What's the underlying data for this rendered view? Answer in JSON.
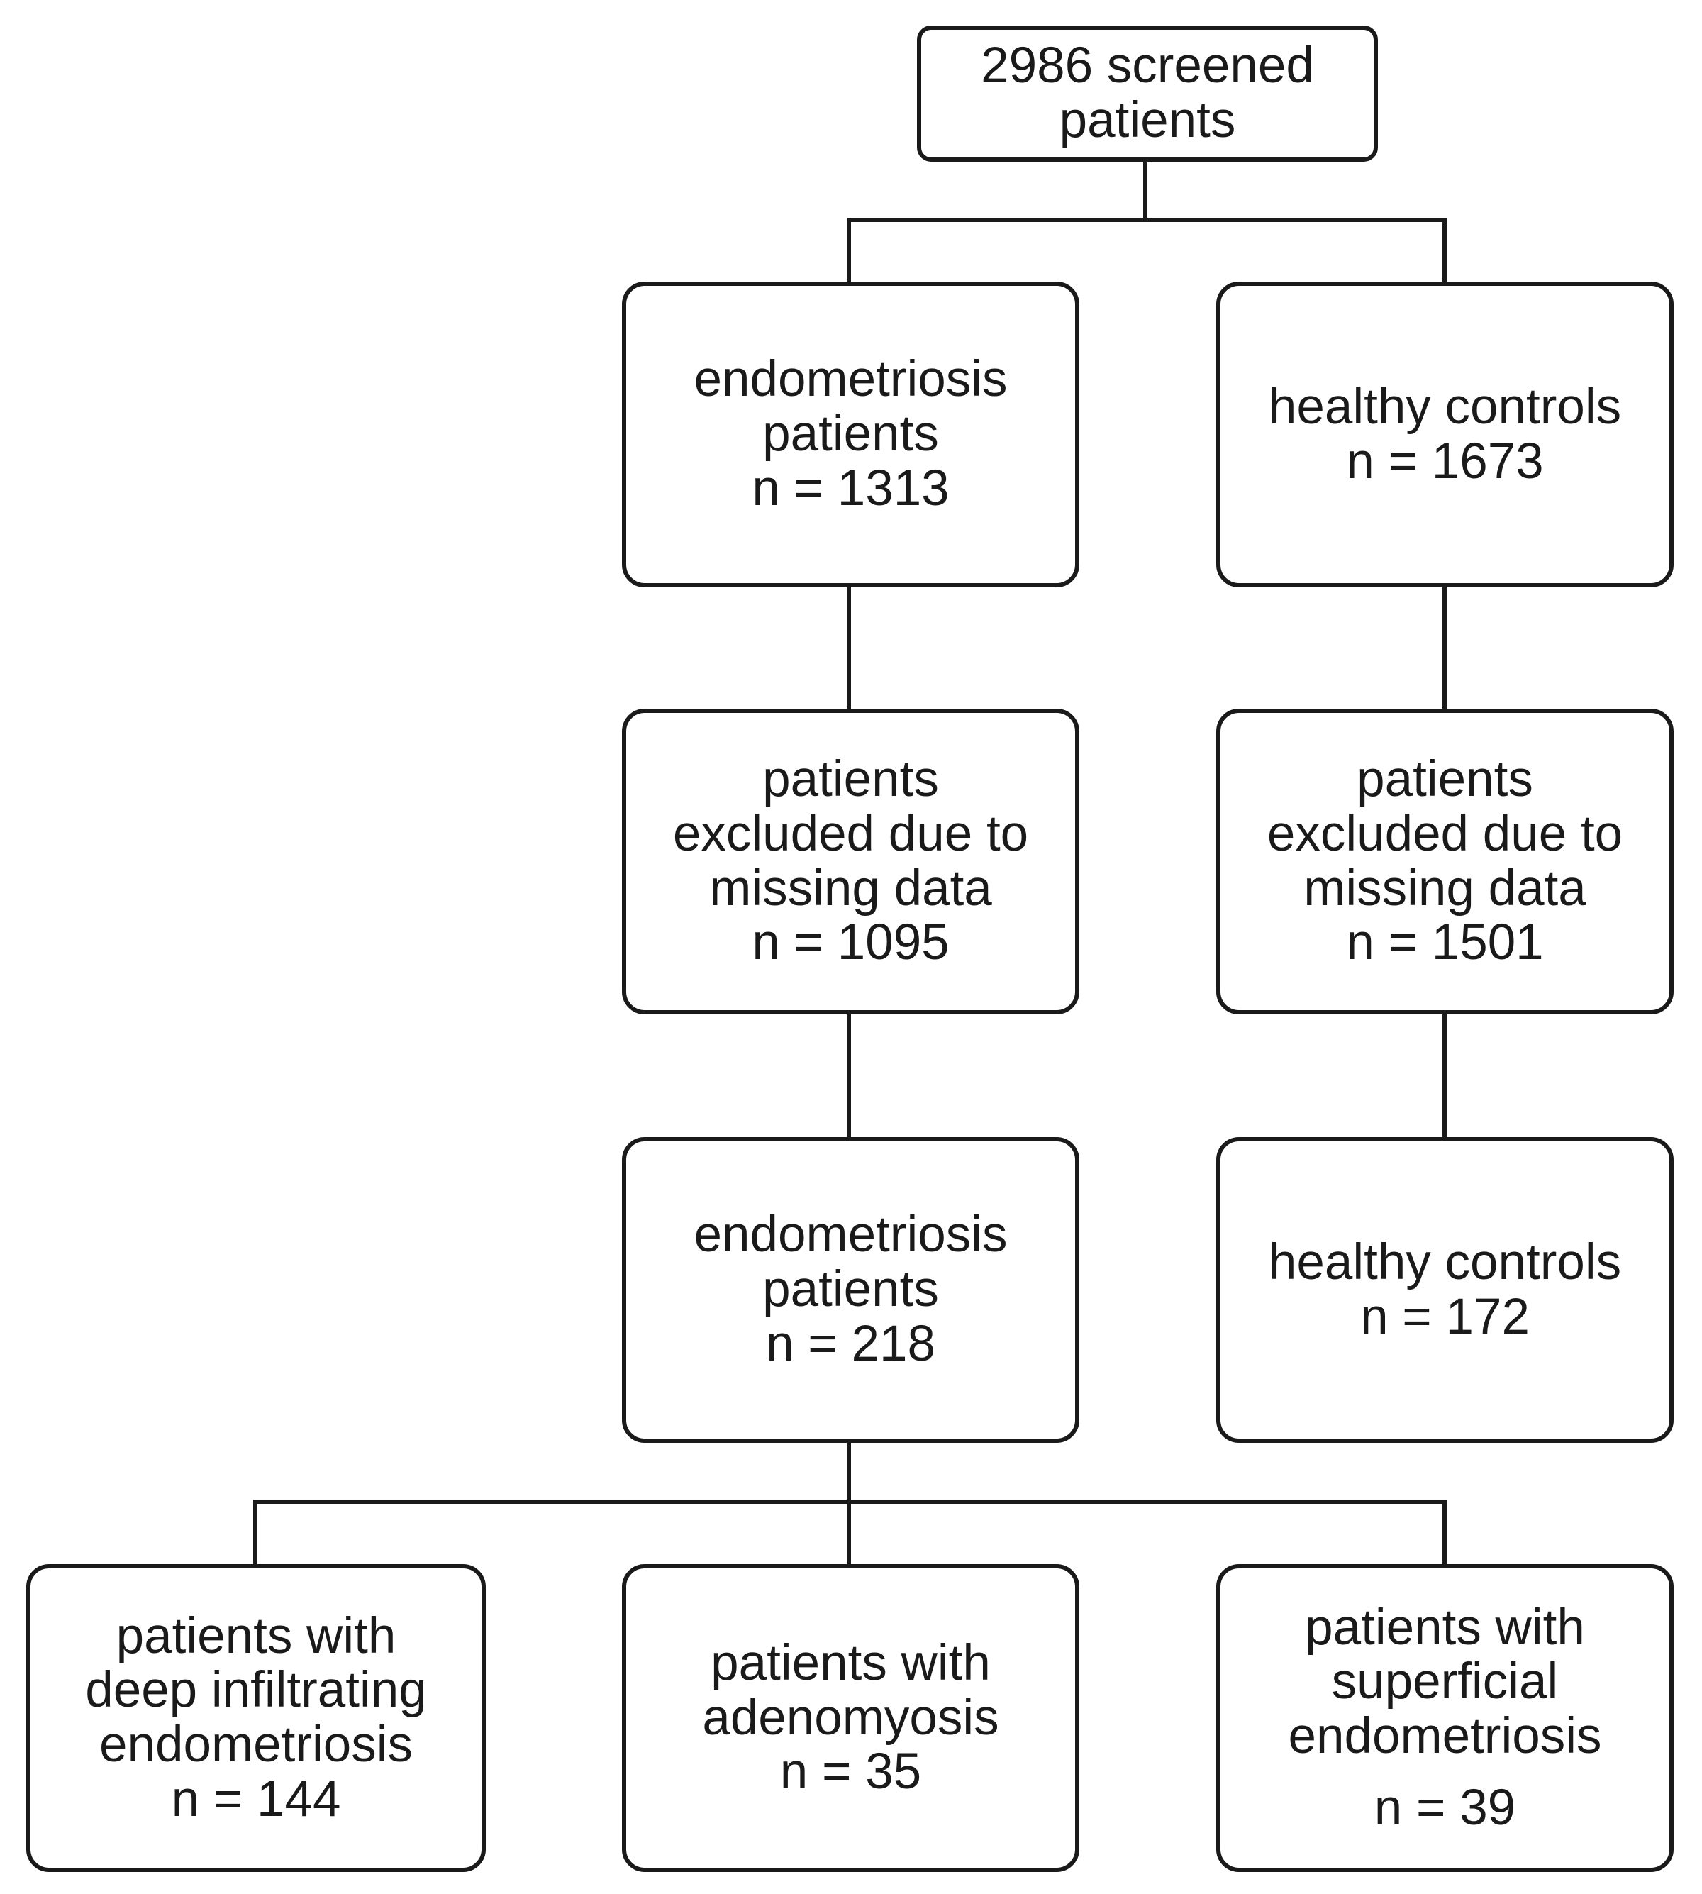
{
  "colors": {
    "line": "#1a1a1a",
    "box_fill": "#ffffff",
    "text": "#1a1a1a"
  },
  "nodes": {
    "screened": {
      "lines": [
        "2986 screened",
        "patients"
      ]
    },
    "endo_total": {
      "lines": [
        "endometriosis",
        "patients",
        "n = 1313"
      ]
    },
    "controls_total": {
      "lines": [
        "healthy controls",
        "n = 1673"
      ]
    },
    "endo_excluded": {
      "lines": [
        "patients",
        "excluded due to",
        "missing data",
        "n = 1095"
      ]
    },
    "controls_excluded": {
      "lines": [
        "patients",
        "excluded due to",
        "missing data",
        "n = 1501"
      ]
    },
    "endo_included": {
      "lines": [
        "endometriosis",
        "patients",
        "n = 218"
      ]
    },
    "controls_included": {
      "lines": [
        "healthy controls",
        "n = 172"
      ]
    },
    "deep_infiltrating": {
      "lines": [
        "patients with",
        "deep infiltrating",
        "endometriosis",
        "n = 144"
      ]
    },
    "adenomyosis": {
      "lines": [
        "patients with",
        "adenomyosis",
        "n = 35"
      ]
    },
    "superficial": {
      "lines": [
        "patients with",
        "superficial",
        "endometriosis",
        "n = 39"
      ]
    }
  }
}
